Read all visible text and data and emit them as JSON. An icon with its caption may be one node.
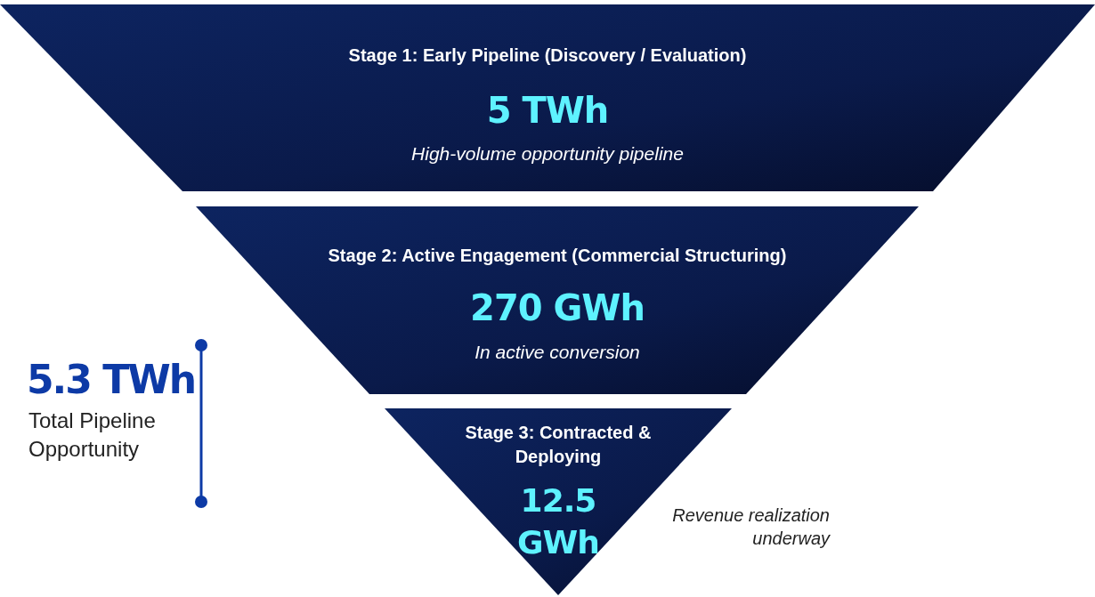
{
  "diagram": {
    "nodes": [
      {
        "text": [
          "Stage 1: Early Pipeline (Discovery / Evaluation)",
          "5 TWh",
          "High-volume opportunity pipeline"
        ]
      },
      {
        "text": [
          "Stage 2: Active Engagement (Commercial Structuring)",
          "270 GWh",
          "In active conversion"
        ]
      },
      {
        "text": [
          "Stage 3: Contracted & Deploying",
          "12.5 GWh"
        ],
        "beside": [
          "Revenue realization underway"
        ]
      }
    ],
    "edges": [],
    "labels": [
      "5.3 TWh",
      "Total Pipeline Opportunity"
    ]
  }
}
